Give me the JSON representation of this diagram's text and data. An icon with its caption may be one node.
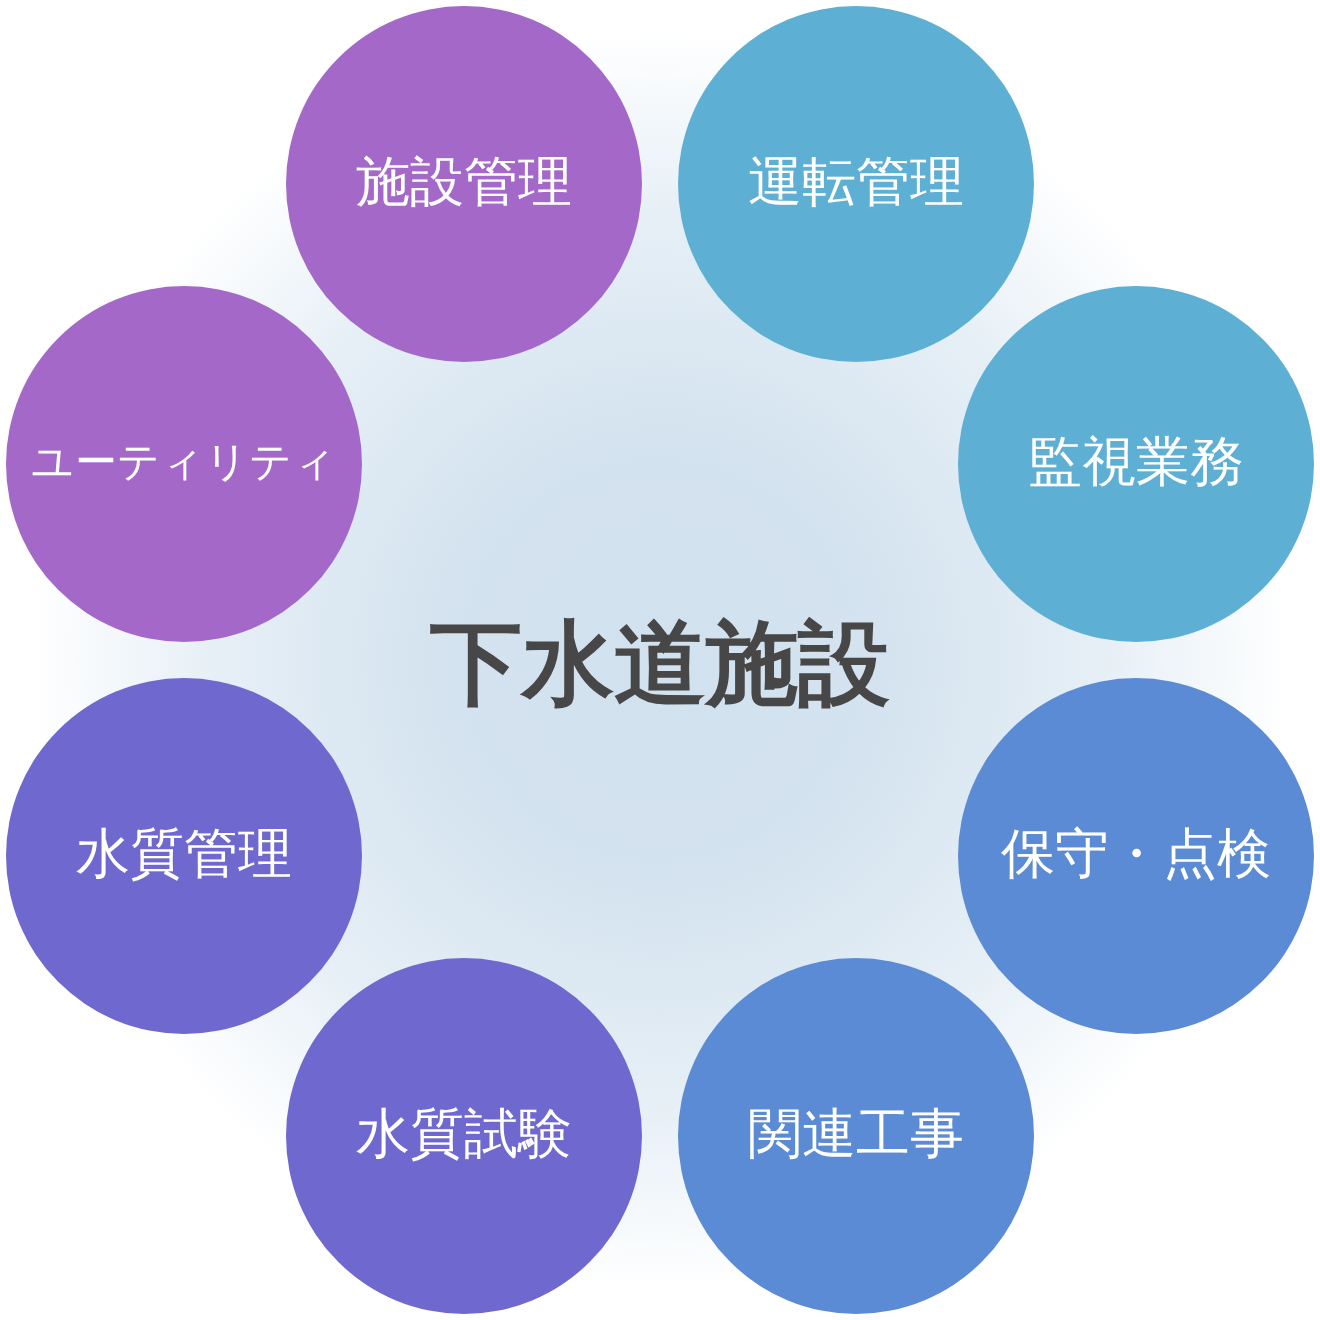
{
  "diagram": {
    "nodes": [
      {
        "text": [
          "下水道施設"
        ]
      },
      {
        "text": [
          "施設管理"
        ]
      },
      {
        "text": [
          "運転管理"
        ]
      },
      {
        "text": [
          "監視業務"
        ]
      },
      {
        "text": [
          "保守・点検"
        ]
      },
      {
        "text": [
          "関連工事"
        ]
      },
      {
        "text": [
          "水質試験"
        ]
      },
      {
        "text": [
          "水質管理"
        ]
      },
      {
        "text": [
          "ユーティリティ"
        ]
      }
    ]
  }
}
